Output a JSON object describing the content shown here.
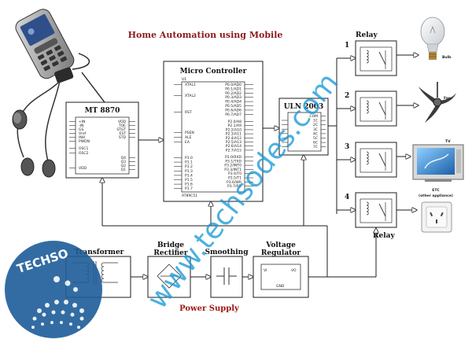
{
  "title": "Home Automation using Mobile",
  "colors": {
    "title": "#8b1a1a",
    "power_supply": "#a01818",
    "watermark": "#1a9ad6",
    "line": "#1c1c1c"
  },
  "blocks": {
    "mt8870": "MT 8870",
    "micro": "Micro Controller",
    "micro_ref": "U1",
    "micro_part": "AT89C51",
    "uln": "ULN 2003",
    "transformer": "Transformer",
    "rectifier_line1": "Bridge",
    "rectifier_line2": "Rectifier",
    "smoothing": "Smoothing",
    "regulator_line1": "Voltage",
    "regulator_line2": "Regulator"
  },
  "mt_pins_left": [
    "+IN",
    "-IN",
    "GS",
    "Vref",
    "INH",
    "PWDN",
    "OSC1",
    "OSC2",
    "VDD"
  ],
  "mt_pins_right": [
    "VDD",
    "TOE",
    "STGT",
    "EST",
    "STD",
    "Q4",
    "Q3",
    "Q2",
    "Q1"
  ],
  "mc_pins_left": [
    "XTAL1",
    "XTAL2",
    "RST",
    "PSEN",
    "ALE",
    "EA",
    "P1.0",
    "P1.1",
    "P1.2",
    "P1.3",
    "P1.4",
    "P1.5",
    "P1.6",
    "P1.7"
  ],
  "mc_pins_right": [
    "P0.0/AD0",
    "P0.1/AD1",
    "P0.2/AD2",
    "P0.3/AD3",
    "P0.4/AD4",
    "P0.5/AD5",
    "P0.6/AD6",
    "P0.7/AD7",
    "P2.0/A8",
    "P2.1/A9",
    "P2.2/A10",
    "P2.3/A11",
    "P2.4/A12",
    "P2.5/A13",
    "P2.6/A14",
    "P2.7/A15",
    "P3.0/RXD",
    "P3.1/TXD",
    "P3.2/INT0",
    "P3.3/INT1",
    "P3.4/T0",
    "P3.5/T1",
    "P3.6/WR",
    "P3.7/RD"
  ],
  "uln_pins_right": [
    "COM",
    "1C",
    "2C",
    "3C",
    "4C",
    "5C",
    "6C",
    "7C"
  ],
  "relay_label_top": "Relay",
  "relay_label_bottom": "Relay",
  "relay_numbers": [
    "1",
    "2",
    "3",
    "4"
  ],
  "appliances": {
    "bulb": "Bulb",
    "fan": "Fan",
    "tv": "TV",
    "etc_line1": "ETC",
    "etc_line2": "(other appliance)"
  },
  "regulator_pins": {
    "vi": "VI",
    "vo": "VO",
    "gnd": "GND"
  },
  "power_supply_label": "Power Supply",
  "watermark": "www.techsodes.com",
  "logo_text": "TECHSO"
}
